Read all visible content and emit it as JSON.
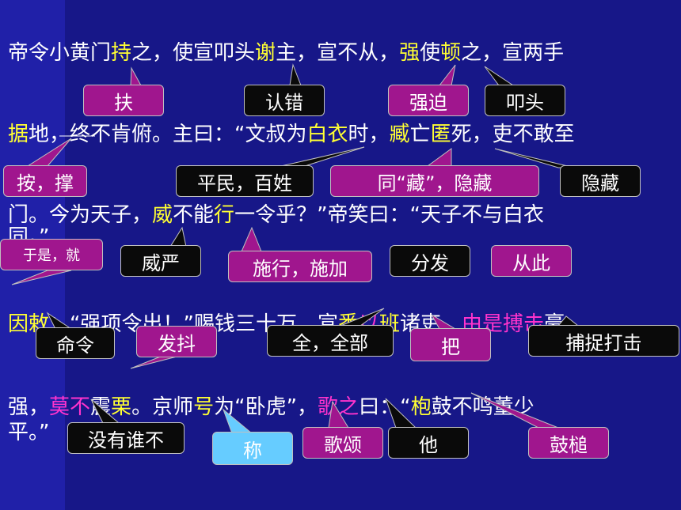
{
  "line1": [
    {
      "t": "帝令小黄门",
      "c": "w"
    },
    {
      "t": "持",
      "c": "y"
    },
    {
      "t": "之，使宣叩头",
      "c": "w"
    },
    {
      "t": "谢",
      "c": "y"
    },
    {
      "t": "主，宣不从，",
      "c": "w"
    },
    {
      "t": "强",
      "c": "y"
    },
    {
      "t": "使",
      "c": "w"
    },
    {
      "t": "顿",
      "c": "y"
    },
    {
      "t": "之，宣两手",
      "c": "w"
    }
  ],
  "line2": [
    {
      "t": "据",
      "c": "y"
    },
    {
      "t": "地，终不肯俯。主曰：“文叔为",
      "c": "w"
    },
    {
      "t": "白衣",
      "c": "y"
    },
    {
      "t": "时，",
      "c": "w"
    },
    {
      "t": "臧",
      "c": "y"
    },
    {
      "t": "亡",
      "c": "w"
    },
    {
      "t": "匿",
      "c": "y"
    },
    {
      "t": "死，吏不敢至",
      "c": "w"
    }
  ],
  "line3": [
    {
      "t": "门。今为天子，",
      "c": "w"
    },
    {
      "t": "威",
      "c": "y"
    },
    {
      "t": "不能",
      "c": "w"
    },
    {
      "t": "行",
      "c": "y"
    },
    {
      "t": "一令乎？”帝笑曰：“天子不与白衣",
      "c": "w"
    }
  ],
  "line3b": "同。”",
  "line4": [
    {
      "t": "因",
      "c": "y"
    },
    {
      "t": "敕",
      "c": "y"
    },
    {
      "t": "：“强项令出！”赐钱三十万，宣",
      "c": "w"
    },
    {
      "t": "悉",
      "c": "y"
    },
    {
      "t": "以",
      "c": "m"
    },
    {
      "t": "班",
      "c": "y"
    },
    {
      "t": "诸吏。",
      "c": "w"
    },
    {
      "t": "由是",
      "c": "m"
    },
    {
      "t": "搏击",
      "c": "m"
    },
    {
      "t": "豪",
      "c": "w"
    }
  ],
  "line5": [
    {
      "t": "强，",
      "c": "w"
    },
    {
      "t": "莫不",
      "c": "m"
    },
    {
      "t": "震",
      "c": "w"
    },
    {
      "t": "栗",
      "c": "y"
    },
    {
      "t": "。京师",
      "c": "w"
    },
    {
      "t": "号",
      "c": "y"
    },
    {
      "t": "为“卧虎”，",
      "c": "w"
    },
    {
      "t": "歌",
      "c": "m"
    },
    {
      "t": "之",
      "c": "m"
    },
    {
      "t": "曰：“",
      "c": "w"
    },
    {
      "t": "枹",
      "c": "y"
    },
    {
      "t": "鼓不鸣董少",
      "c": "w"
    }
  ],
  "line6": "平。”",
  "callouts": {
    "fu": "扶",
    "renCuo": "认错",
    "qiangPo": "强迫",
    "kouTou": "叩头",
    "anCheng": "按，撑",
    "pingMin": "平民，百姓",
    "tongZang": "同“藏”，隐藏",
    "yinCang": "隐藏",
    "yuShi": "于是，就",
    "weiYan": "威严",
    "shiXing": "施行，施加",
    "fenFa": "分发",
    "congCi": "从此",
    "mingLing": "命令",
    "faDou": "发抖",
    "quanBu": "全，全部",
    "ba": "把",
    "buZhuo": "捕捉打击",
    "meiYou": "没有谁不",
    "cheng": "称",
    "geSong": "歌颂",
    "ta": "他",
    "guChui": "鼓槌"
  }
}
